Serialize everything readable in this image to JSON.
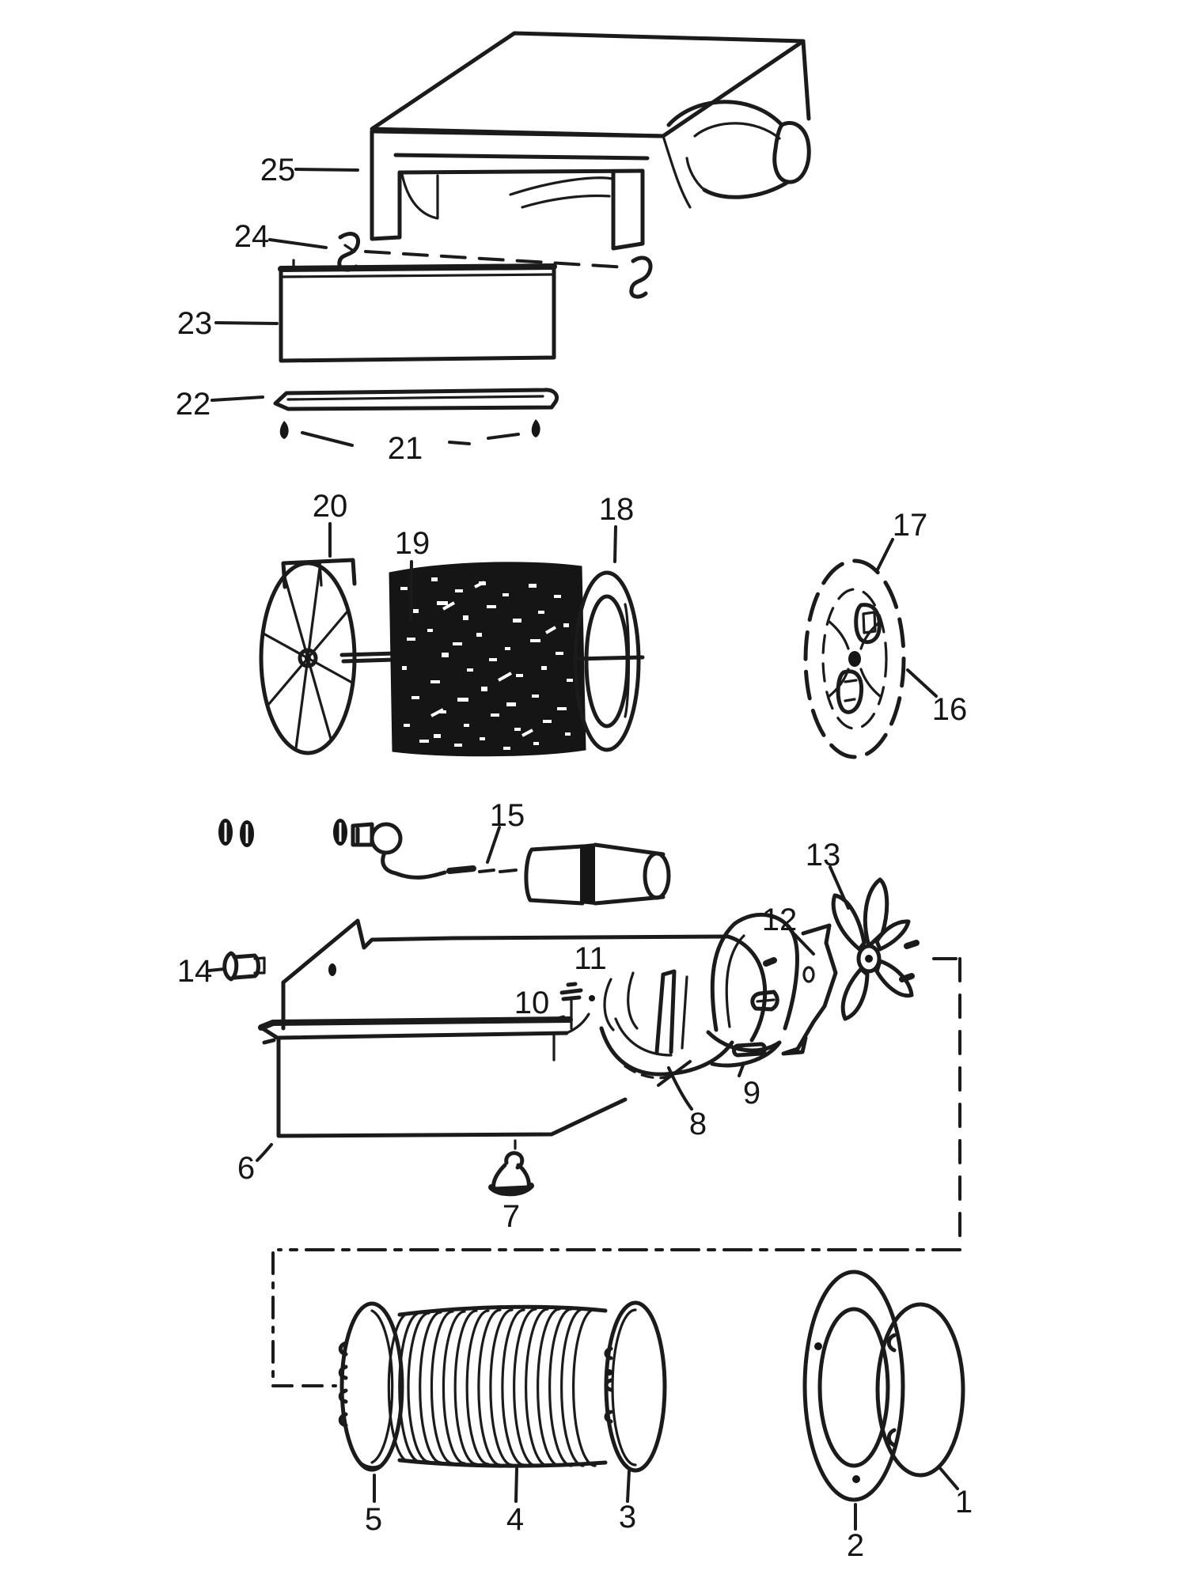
{
  "figure": {
    "kind": "exploded-parts-diagram",
    "subject": "vent-fan blower assembly line drawing",
    "background_color": "#ffffff",
    "ink_color": "#1b1b1b"
  },
  "callouts": [
    {
      "label": "1",
      "part": "round-cover-plate"
    },
    {
      "label": "2",
      "part": "mounting-flange-gasket"
    },
    {
      "label": "3",
      "part": "duct-end-ring-rear"
    },
    {
      "label": "4",
      "part": "flexible-duct-hose"
    },
    {
      "label": "5",
      "part": "duct-end-ring-front"
    },
    {
      "label": "6",
      "part": "housing-pan"
    },
    {
      "label": "7",
      "part": "bell-grommet"
    },
    {
      "label": "8",
      "part": "blower-scroll-outlet"
    },
    {
      "label": "9",
      "part": "spacer-clip"
    },
    {
      "label": "10",
      "part": "mounting-screw"
    },
    {
      "label": "11",
      "part": "fan-housing"
    },
    {
      "label": "12",
      "part": "motor-bracket"
    },
    {
      "label": "13",
      "part": "impeller-blade"
    },
    {
      "label": "14",
      "part": "bushing-grommet"
    },
    {
      "label": "15",
      "part": "wire-lead-and-capacitor"
    },
    {
      "label": "16",
      "part": "end-plate-detail"
    },
    {
      "label": "17",
      "part": "motor-end-plate"
    },
    {
      "label": "18",
      "part": "motor-roller"
    },
    {
      "label": "19",
      "part": "motor-shaft"
    },
    {
      "label": "20",
      "part": "fan-wheel"
    },
    {
      "label": "21",
      "part": "grille-screws"
    },
    {
      "label": "22",
      "part": "grille-frame-gasket"
    },
    {
      "label": "23",
      "part": "access-panel"
    },
    {
      "label": "24",
      "part": "spring-clips"
    },
    {
      "label": "25",
      "part": "housing-cover"
    }
  ]
}
